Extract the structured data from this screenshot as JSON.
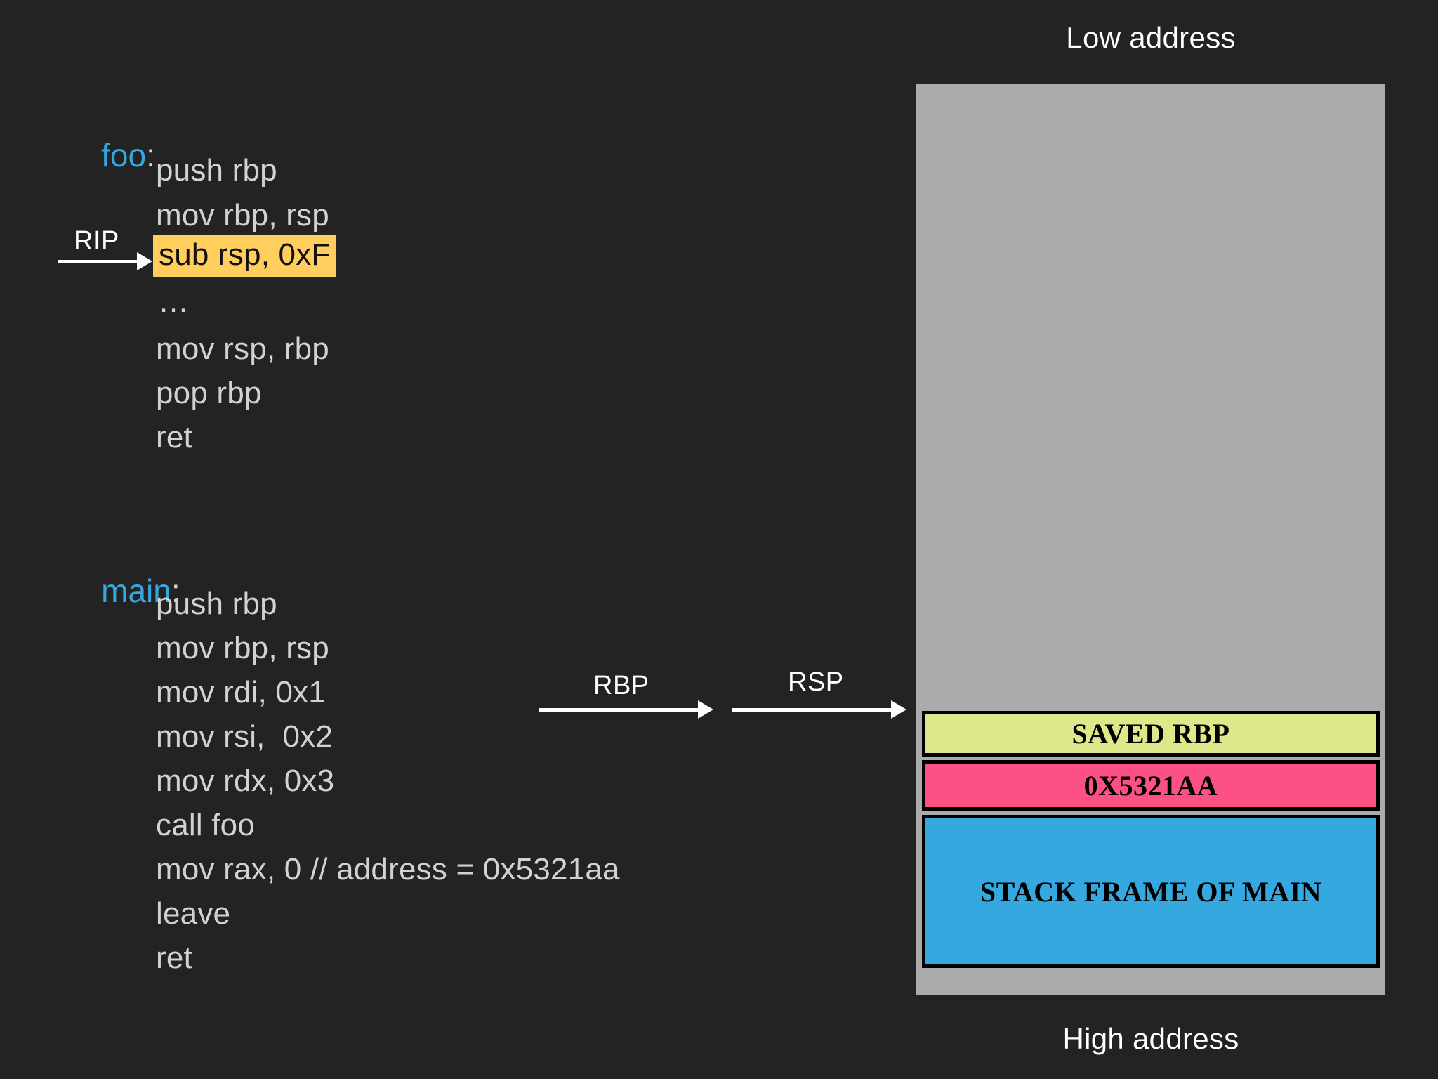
{
  "diagram": {
    "title_low": "Low address",
    "title_high": "High address",
    "background_color": "#232323",
    "stack_fill_color": "#ababab",
    "label_color": "#35a8e0",
    "code_color": "#d2d2d2",
    "highlight_color": "#ffce5c"
  },
  "functions": [
    {
      "name": "foo",
      "colon": ":",
      "lines": [
        {
          "text": "push rbp",
          "highlighted": false
        },
        {
          "text": "mov rbp, rsp",
          "highlighted": false
        },
        {
          "text": "sub rsp, 0xF",
          "highlighted": true
        },
        {
          "text": "…",
          "highlighted": false
        },
        {
          "text": "mov rsp, rbp",
          "highlighted": false
        },
        {
          "text": "pop rbp",
          "highlighted": false
        },
        {
          "text": "ret",
          "highlighted": false
        }
      ]
    },
    {
      "name": "main",
      "colon": ":",
      "lines": [
        {
          "text": "push rbp",
          "highlighted": false
        },
        {
          "text": "mov rbp, rsp",
          "highlighted": false
        },
        {
          "text": "mov rdi, 0x1",
          "highlighted": false
        },
        {
          "text": "mov rsi,  0x2",
          "highlighted": false
        },
        {
          "text": "mov rdx, 0x3",
          "highlighted": false
        },
        {
          "text": "call foo",
          "highlighted": false
        },
        {
          "text": "mov rax, 0 // address = 0x5321aa",
          "highlighted": false
        },
        {
          "text": "leave",
          "highlighted": false
        },
        {
          "text": "ret",
          "highlighted": false
        }
      ]
    }
  ],
  "pointers": [
    {
      "name": "RIP"
    },
    {
      "name": "RBP"
    },
    {
      "name": "RSP"
    }
  ],
  "stack_entries": [
    {
      "label": "SAVED RBP",
      "color": "#dce88a"
    },
    {
      "label": "0X5321AA",
      "color": "#fc5185"
    },
    {
      "label": "STACK FRAME OF MAIN",
      "color": "#35a8e0"
    }
  ]
}
